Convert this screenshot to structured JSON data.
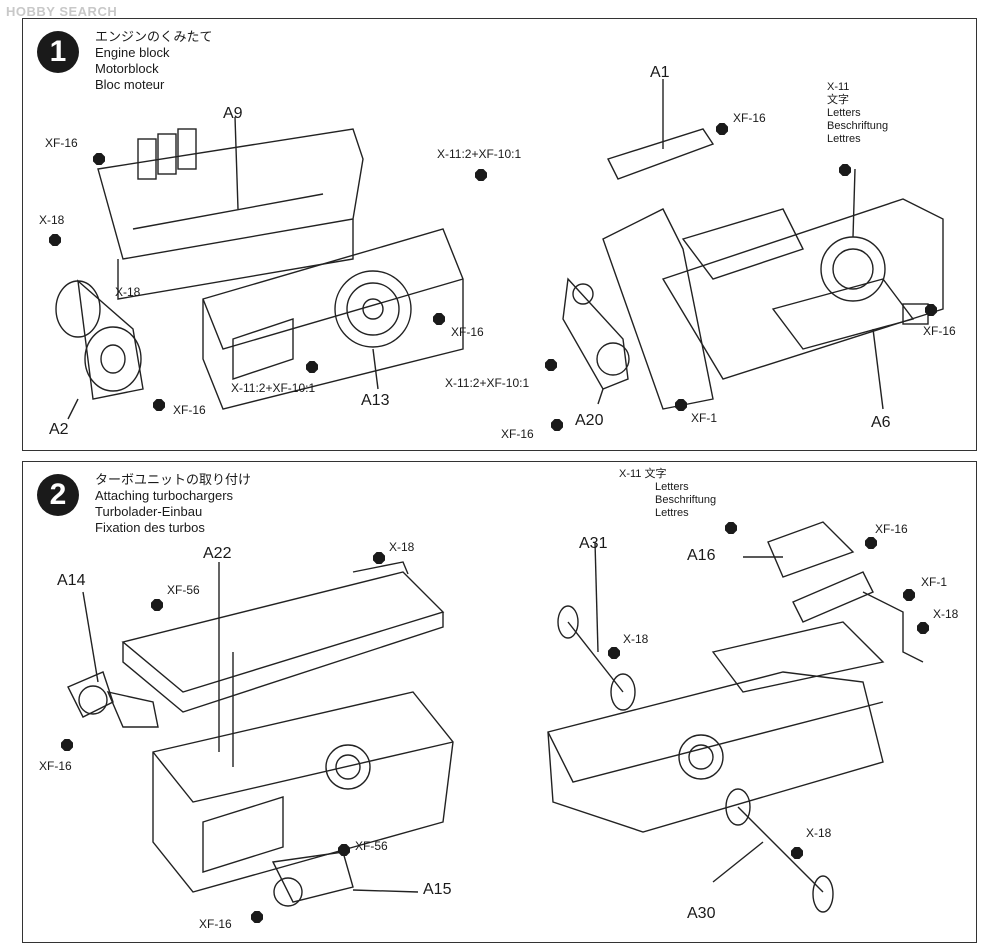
{
  "watermark": "HOBBY SEARCH",
  "step1": {
    "number": "1",
    "title_ja": "エンジンのくみたて",
    "title_en": "Engine block",
    "title_de": "Motorblock",
    "title_fr": "Bloc moteur",
    "labels": {
      "a9": "A9",
      "a1": "A1",
      "a2": "A2",
      "a13": "A13",
      "a20": "A20",
      "a6": "A6",
      "xf16_tl": "XF-16",
      "x18_l": "X-18",
      "x18_l2": "X-18",
      "xf16_bl": "XF-16",
      "mix_top": "X-11:2+XF-10:1",
      "mix_mid": "X-11:2+XF-10:1",
      "xf16_mid": "XF-16",
      "xf16_a1": "XF-16",
      "x11": "X-11",
      "moji": "文字",
      "letters": "Letters",
      "beschriftung": "Beschriftung",
      "lettres": "Lettres",
      "xf16_r": "XF-16",
      "mix_r": "X-11:2+XF-10:1",
      "xf1": "XF-1",
      "xf16_br": "XF-16"
    }
  },
  "step2": {
    "number": "2",
    "title_ja": "ターボユニットの取り付け",
    "title_en": "Attaching turbochargers",
    "title_de": "Turbolader-Einbau",
    "title_fr": "Fixation des turbos",
    "labels": {
      "a22": "A22",
      "a14": "A14",
      "a15": "A15",
      "a31": "A31",
      "a16": "A16",
      "a30": "A30",
      "x18_top": "X-18",
      "xf56_top": "XF-56",
      "xf16_l": "XF-16",
      "xf56_b": "XF-56",
      "xf16_b": "XF-16",
      "x11_moji": "X-11 文字",
      "letters": "Letters",
      "beschriftung": "Beschriftung",
      "lettres": "Lettres",
      "xf16_r": "XF-16",
      "xf1": "XF-1",
      "x18_r": "X-18",
      "x18_a31": "X-18",
      "x18_a30": "X-18"
    }
  }
}
